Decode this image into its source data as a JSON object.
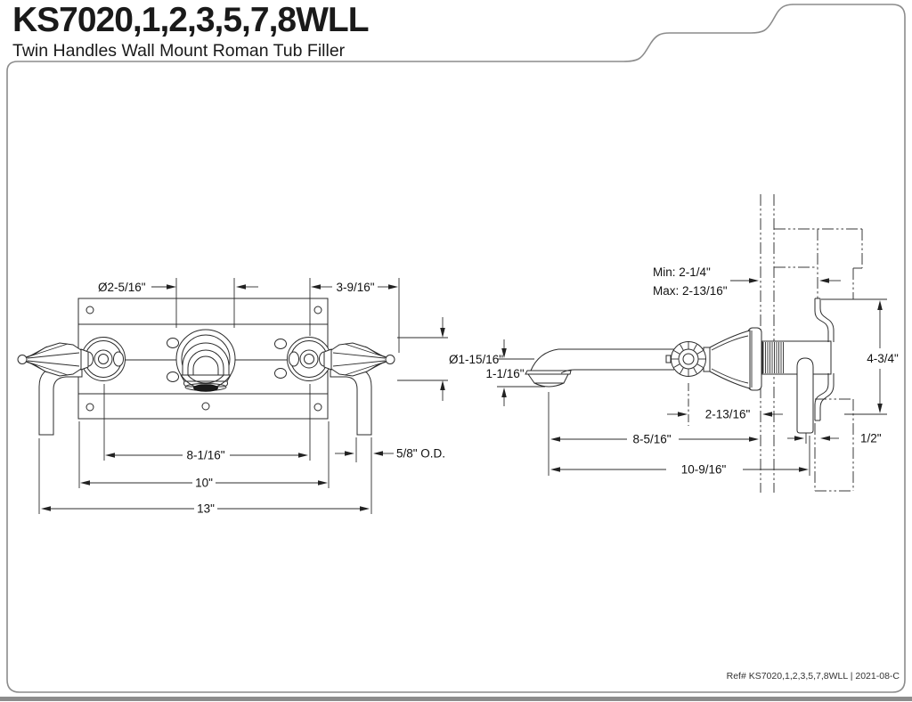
{
  "header": {
    "model": "KS7020,1,2,3,5,7,8WLL",
    "subtitle": "Twin Handles Wall Mount Roman Tub Filler"
  },
  "footer": {
    "ref": "Ref# KS7020,1,2,3,5,7,8WLL | 2021-08-C"
  },
  "front_view": {
    "dims": {
      "spout_escutcheon_diameter": "Ø2-5/16\"",
      "handle_length": "3-9/16\"",
      "handle_escutcheon_diameter": "Ø1-15/16\"",
      "handle_spacing": "8-1/16\"",
      "plate_width": "10\"",
      "overall_width": "13\"",
      "supply_tube_od": "5/8\" O.D."
    }
  },
  "side_view": {
    "dims": {
      "wall_thickness_min": "Min: 2-1/4\"",
      "wall_thickness_max": "Max: 2-13/16\"",
      "spout_outlet_height": "1-1/16\"",
      "handle_center_to_wall": "2-13/16\"",
      "spout_reach": "8-5/16\"",
      "overall_depth": "10-9/16\"",
      "valve_assembly_height": "4-3/4\"",
      "tube_to_valve_offset": "1/2\""
    }
  },
  "colors": {
    "line": "#2b2b2b",
    "border": "#8c8c8c",
    "bottom_bar": "#8c8c8c"
  }
}
